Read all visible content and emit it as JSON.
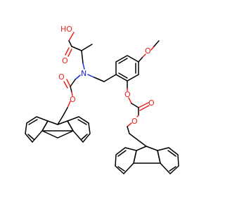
{
  "atom_labels": {
    "oh": "HO",
    "o_acid": "O",
    "n": "N",
    "o_carbamate_dbl": "O",
    "o_carbamate_ester": "O",
    "o_methoxy": "O",
    "o_aryl": "O",
    "o_carbonate_dbl": "O",
    "o_carbonate_ester": "O"
  },
  "colors": {
    "bond": "#000000",
    "oxygen": "#e8231b",
    "nitrogen": "#1c2ad6",
    "background": "#ffffff"
  }
}
